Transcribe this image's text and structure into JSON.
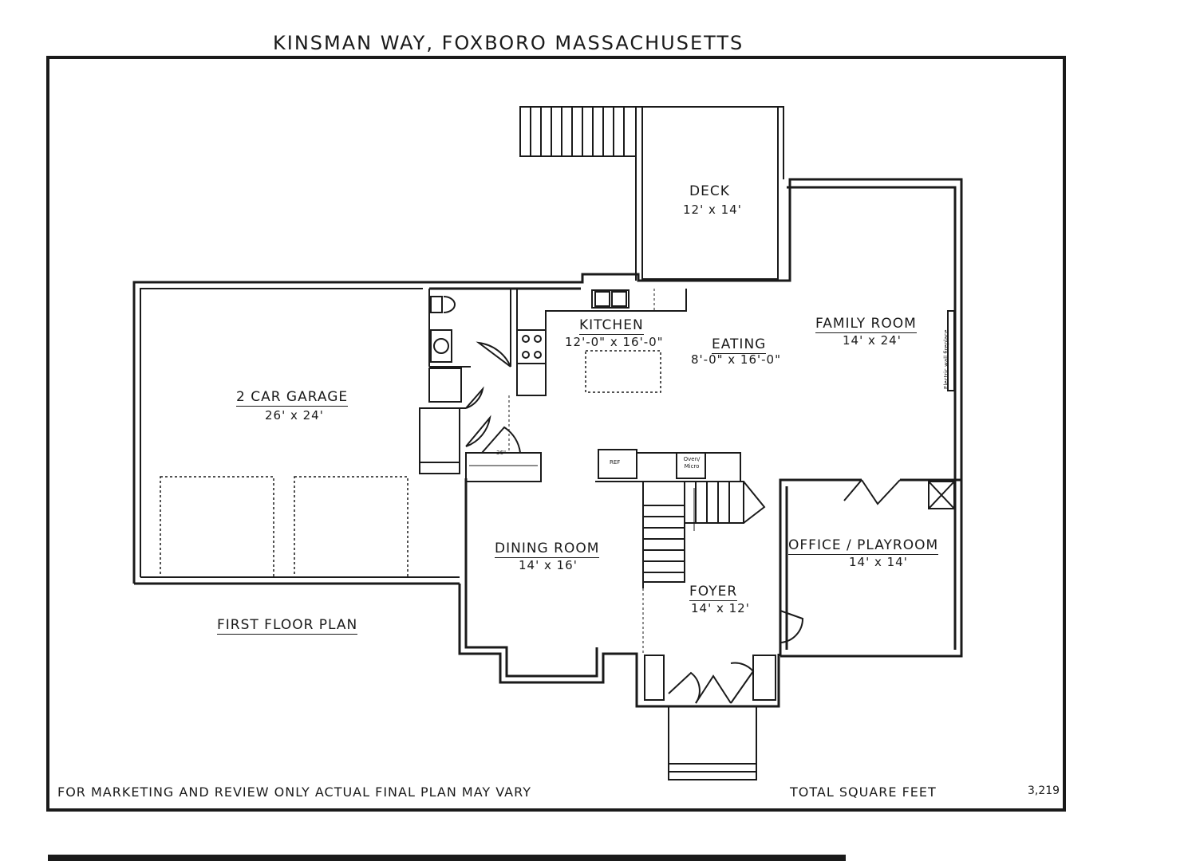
{
  "header": {
    "title": "KINSMAN WAY, FOXBORO MASSACHUSETTS"
  },
  "rooms": {
    "deck": {
      "name": "DECK",
      "dims": "12' x 14'"
    },
    "kitchen": {
      "name": "KITCHEN",
      "dims": "12'-0\" x 16'-0\""
    },
    "eating": {
      "name": "EATING",
      "dims": "8'-0\" x 16'-0\""
    },
    "family_room": {
      "name": "FAMILY ROOM",
      "dims": "14' x 24'"
    },
    "garage": {
      "name": "2 CAR GARAGE",
      "dims": "26' x 24'"
    },
    "dining_room": {
      "name": "DINING ROOM",
      "dims": "14' x 16'"
    },
    "foyer": {
      "name": "FOYER",
      "dims": "14' x 12'"
    },
    "office": {
      "name": "OFFICE / PLAYROOM",
      "dims": "14' x 14'"
    }
  },
  "fixtures": {
    "ref": "REF",
    "oven": "Oven/ Micro",
    "bench": "36\"",
    "fireplace": "Electric wall fireplace"
  },
  "plan_label": "FIRST FLOOR PLAN",
  "footer": {
    "disclaimer": "FOR MARKETING AND REVIEW ONLY ACTUAL FINAL PLAN MAY VARY",
    "sqft_label": "TOTAL SQUARE FEET",
    "sqft_value": "3,219"
  }
}
